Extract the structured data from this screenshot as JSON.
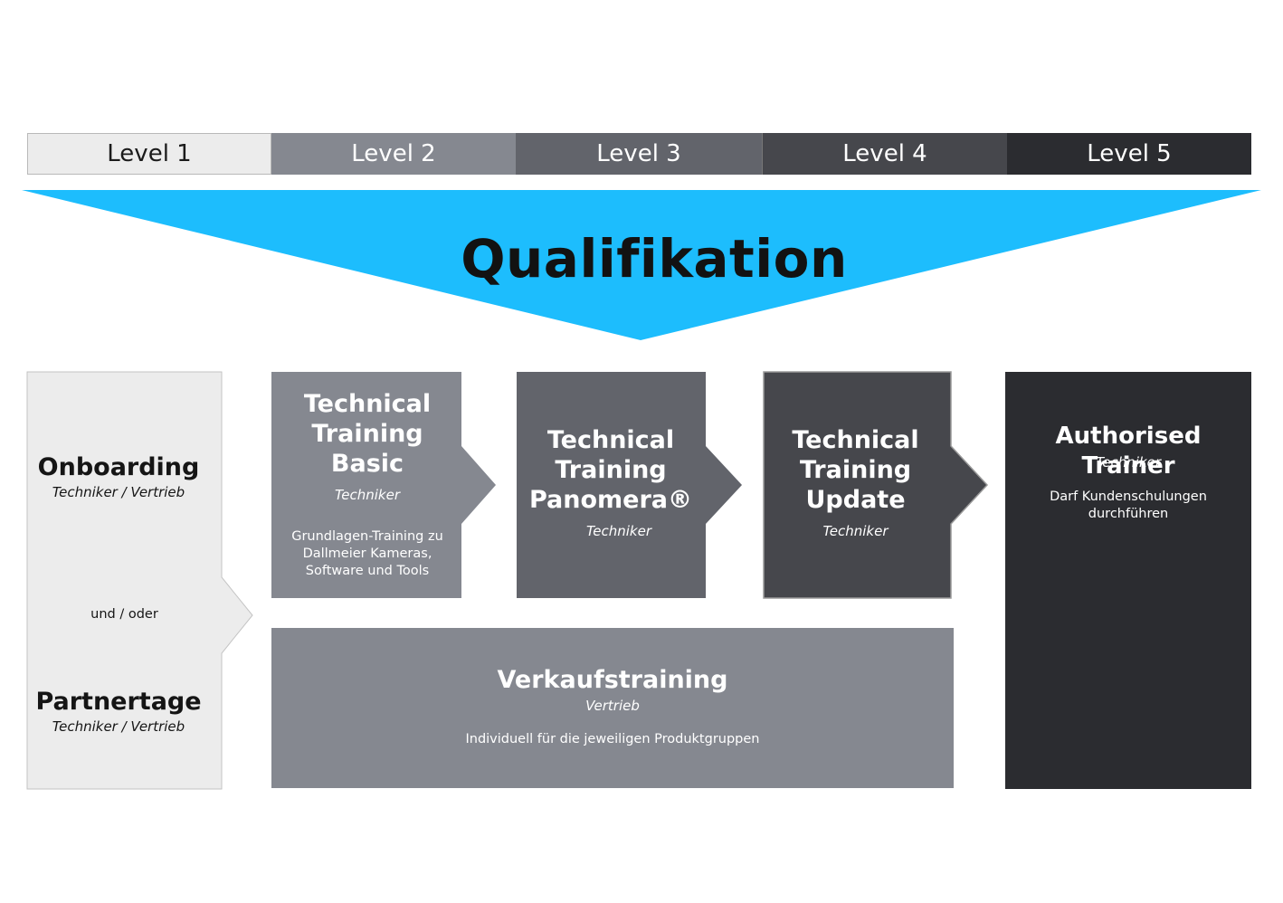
{
  "levels": [
    "Level 1",
    "Level 2",
    "Level 3",
    "Level 4",
    "Level 5"
  ],
  "funnel": {
    "title": "Qualifikation",
    "color": "#1dbdfd"
  },
  "onboarding": {
    "title": "Onboarding",
    "audience": "Techniker / Vertrieb"
  },
  "connector": "und / oder",
  "partnertage": {
    "title": "Partnertage",
    "audience": "Techniker / Vertrieb"
  },
  "training_basic": {
    "title_lines": [
      "Technical",
      "Training",
      "Basic"
    ],
    "audience": "Techniker",
    "desc_lines": [
      "Grundlagen-Training zu",
      "Dallmeier Kameras,",
      "Software und Tools"
    ]
  },
  "training_panomera": {
    "title_lines": [
      "Technical",
      "Training",
      "Panomera®"
    ],
    "audience": "Techniker"
  },
  "training_update": {
    "title_lines": [
      "Technical",
      "Training",
      "Update"
    ],
    "audience": "Techniker"
  },
  "authorised_trainer": {
    "title": "Authorised Trainer",
    "audience": "Techniker",
    "desc_lines": [
      "Darf Kundenschulungen",
      "durchführen"
    ]
  },
  "verkaufstraining": {
    "title": "Verkaufstraining",
    "audience": "Vertrieb",
    "desc": "Individuell für die jeweiligen Produktgruppen"
  }
}
